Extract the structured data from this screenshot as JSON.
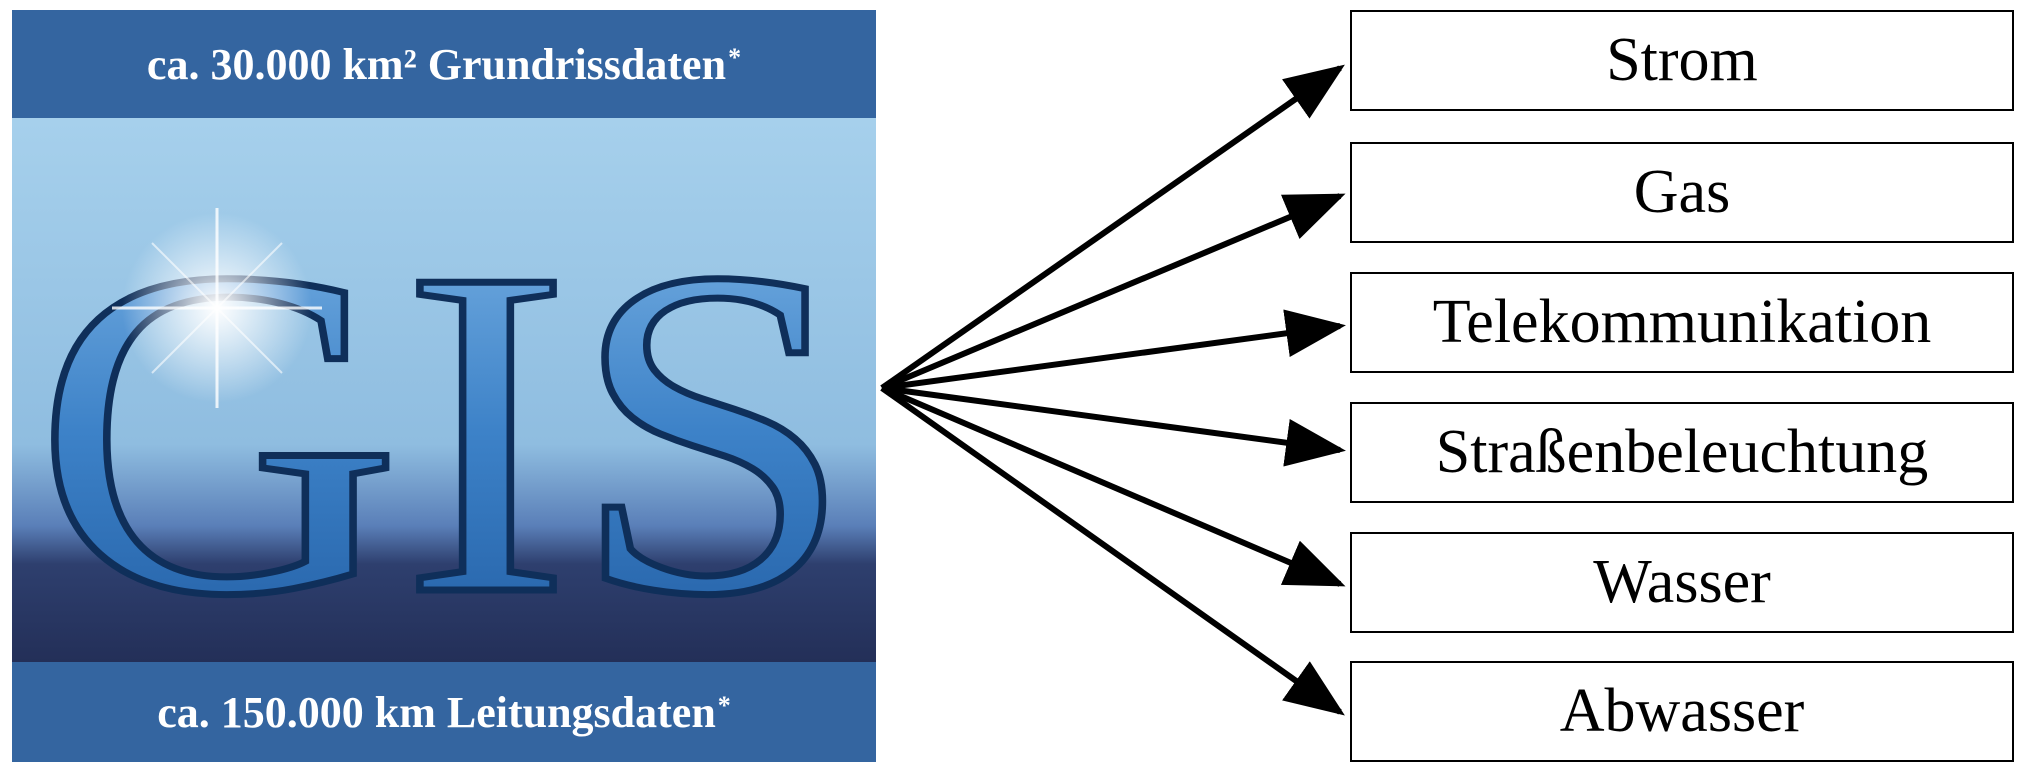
{
  "panel": {
    "top_banner": "ca. 30.000 km² Grundrissdaten",
    "top_banner_marker": "*",
    "logo_text": "GIS",
    "bottom_banner": "ca. 150.000 km Leitungsdaten",
    "bottom_banner_marker": "*"
  },
  "targets": [
    {
      "label": "Strom"
    },
    {
      "label": "Gas"
    },
    {
      "label": "Telekommunikation"
    },
    {
      "label": "Straßenbeleuchtung"
    },
    {
      "label": "Wasser"
    },
    {
      "label": "Abwasser"
    }
  ]
}
